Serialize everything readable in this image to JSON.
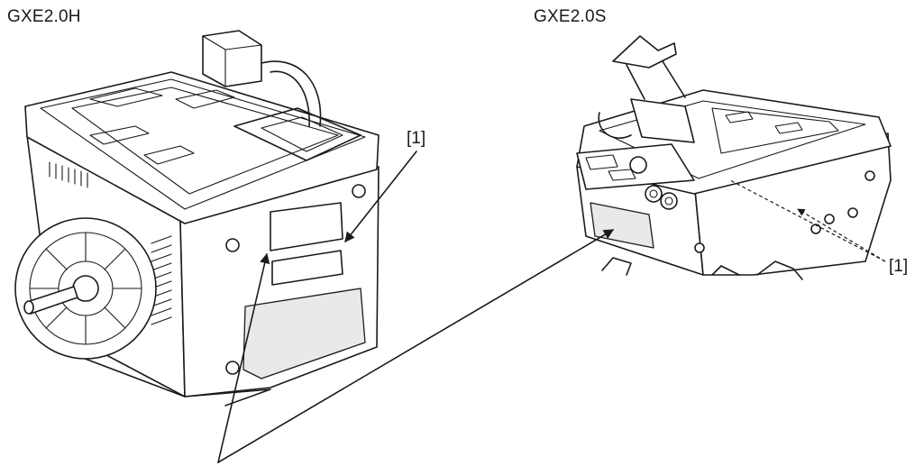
{
  "labels": {
    "left_model": "GXE2.0H",
    "right_model": "GXE2.0S",
    "callout_left": "[1]",
    "callout_right": "[1]"
  }
}
